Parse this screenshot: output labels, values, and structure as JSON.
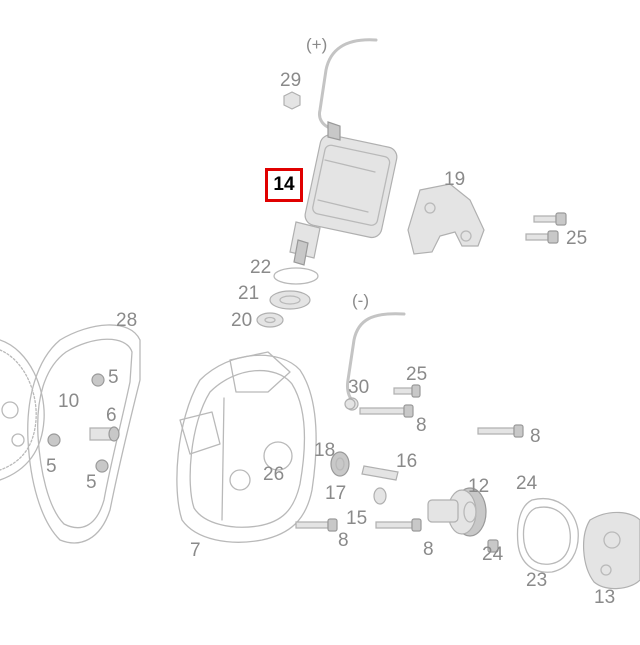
{
  "polarity": {
    "positive": "(+)",
    "negative": "(-)"
  },
  "highlighted_part": "14",
  "callouts": [
    "29",
    "19",
    "25",
    "22",
    "21",
    "20",
    "28",
    "5",
    "10",
    "6",
    "5",
    "5",
    "30",
    "25",
    "8",
    "8",
    "18",
    "16",
    "26",
    "17",
    "12",
    "24",
    "15",
    "8",
    "8",
    "24",
    "7",
    "23",
    "13"
  ]
}
